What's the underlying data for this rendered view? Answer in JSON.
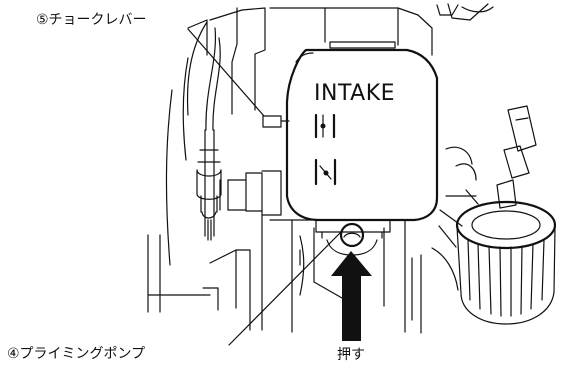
{
  "labels": {
    "choke_lever": "⑤チョークレバー",
    "primer_pump": "④プライミングポンプ",
    "push": "押す"
  },
  "panel": {
    "intake_text": "INTAKE"
  }
}
